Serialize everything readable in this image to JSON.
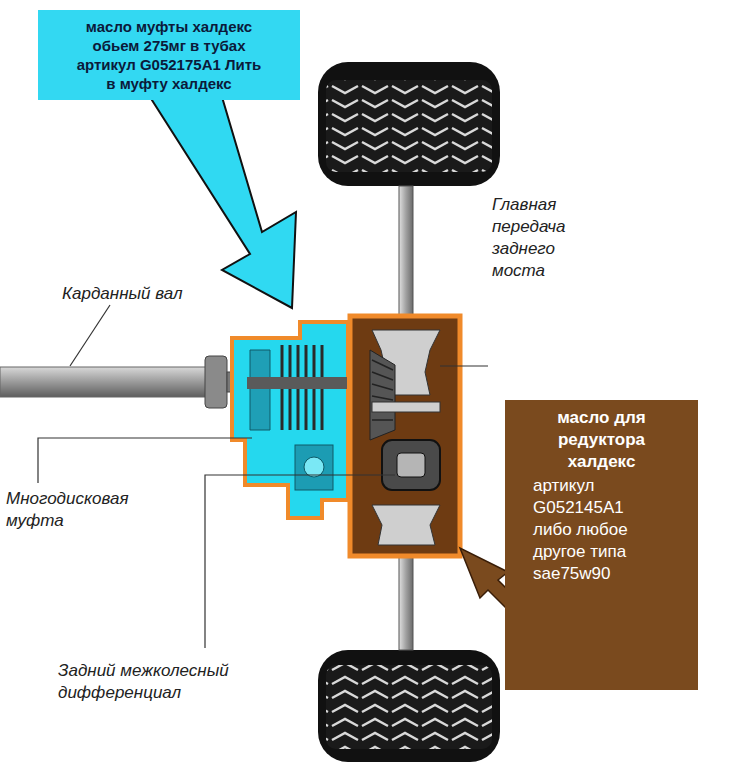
{
  "diagram": {
    "nodes": [
      {
        "text": [
          "масло муфты халдекс обьем 275мг в тубах артикул G052175A1 Лить в муфту халдекс"
        ]
      },
      {
        "text": [
          "масло для редуктора халдекс",
          "артикул G052145A1 либо любое другое типа sae75w90"
        ]
      }
    ],
    "labels": [
      "Карданный вал",
      "Главная передача заднего моста",
      "Многодисковая муфта",
      "Задний межколесный дифференциал"
    ]
  }
}
